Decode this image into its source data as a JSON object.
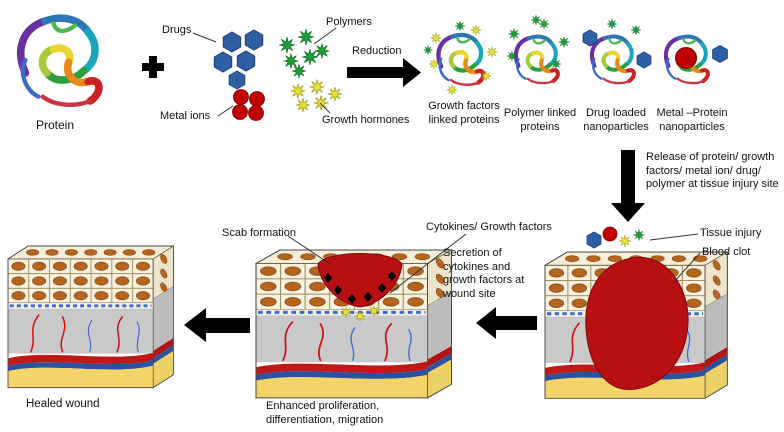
{
  "figure": {
    "type": "scientific-diagram",
    "topic": "Protein-based nanoparticle synthesis and wound healing"
  },
  "colors": {
    "drug_hexagon_blue": "#2e5fa3",
    "metal_ion_red": "#c00000",
    "polymer_star_green": "#1f9e3e",
    "growth_hormone_star_yellow": "#e6e03a",
    "blood_clot_red": "#b80f12",
    "dermis_gray": "#c9c9c9",
    "fat_yellow": "#f2d468",
    "arrow_black": "#000000"
  },
  "icons": {
    "drug": "blue-hexagon-icon",
    "metal_ion": "red-circle-icon",
    "polymer": "green-star-icon",
    "growth_hormone": "yellow-star-icon",
    "plus": "plus-icon",
    "process_arrow": "black-block-arrow-icon"
  },
  "top_row": {
    "protein_label": "Protein",
    "components": {
      "drugs": "Drugs",
      "metal_ions": "Metal ions",
      "polymers": "Polymers",
      "growth_hormones": "Growth hormones"
    },
    "reduction_label": "Reduction",
    "products": [
      {
        "label": "Growth factors linked proteins"
      },
      {
        "label": "Polymer linked proteins"
      },
      {
        "label": "Drug loaded nanoparticles"
      },
      {
        "label": "Metal –Protein nanoparticles"
      }
    ]
  },
  "release_note": "Release of protein/ growth factors/ metal ion/ drug/ polymer at tissue injury site",
  "stages": {
    "injury": {
      "tissue_injury_label": "Tissue injury",
      "blood_clot_label": "Blood clot"
    },
    "secretion_note": "Secretion of cytokines and growth factors at wound site",
    "proliferation": {
      "scab_label": "Scab formation",
      "cytokines_label": "Cytokines/ Growth factors",
      "caption": "Enhanced proliferation, differentiation, migration"
    },
    "healed_label": "Healed wound"
  }
}
